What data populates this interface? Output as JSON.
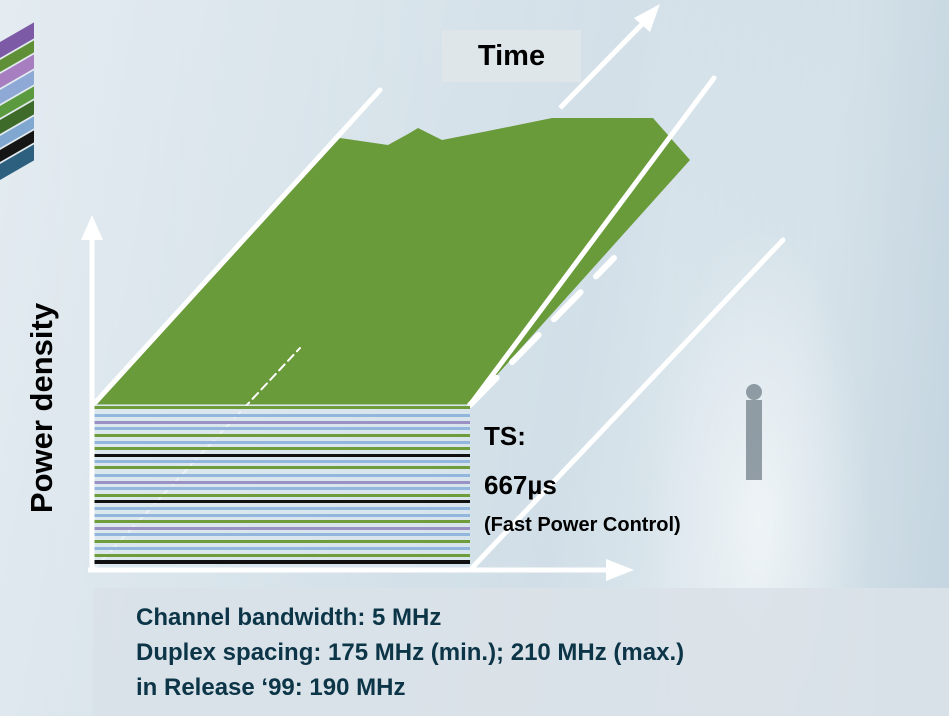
{
  "diagram": {
    "axis_labels": {
      "time": "Time",
      "power_density": "Power density"
    },
    "timeslot": {
      "line1": "TS:",
      "line2": "667µs",
      "line3": "(Fast Power Control)"
    },
    "info": {
      "line1": "Channel bandwidth: 5 MHz",
      "line2": "Duplex spacing: 175 MHz (min.); 210 MHz (max.)",
      "line3": "in Release ‘99: 190 MHz"
    },
    "colors": {
      "surface_green": "#6a9b3a",
      "stripe_green": "#6f9d3c",
      "stripe_blue": "#93b6dc",
      "stripe_black": "#111111",
      "stripe_lilac": "#9a91c4",
      "axis_white": "#ffffff",
      "text_dark_blue": "#0c3547"
    }
  }
}
